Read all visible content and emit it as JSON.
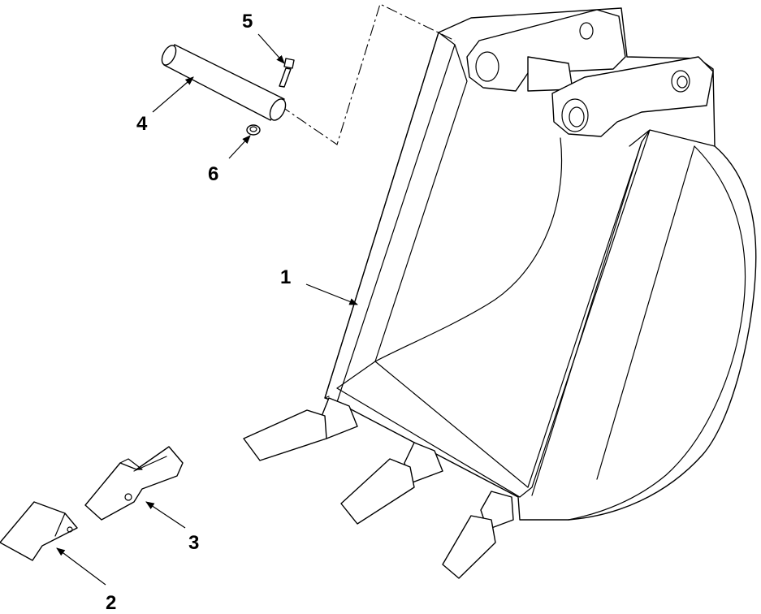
{
  "callouts": {
    "bucket": "1",
    "tooth_tip": "2",
    "tooth_adapter": "3",
    "pin": "4",
    "bolt": "5",
    "nut": "6"
  }
}
